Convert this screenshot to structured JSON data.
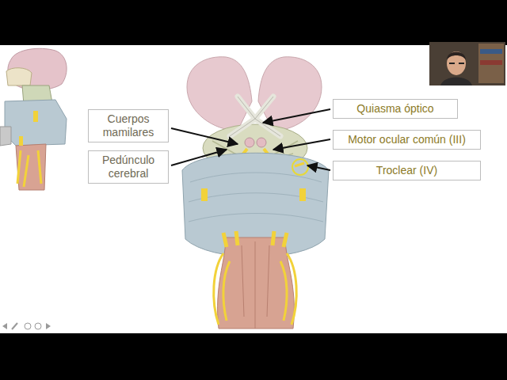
{
  "diagram": {
    "nodes": [
      {
        "text": [
          "Quiasma óptico"
        ]
      },
      {
        "text": [
          "Cuerpos mamilares"
        ]
      },
      {
        "text": [
          "Motor ocular común (III)"
        ]
      },
      {
        "text": [
          "Pedúnculo cerebral"
        ]
      },
      {
        "text": [
          "Troclear (IV)"
        ]
      }
    ]
  }
}
